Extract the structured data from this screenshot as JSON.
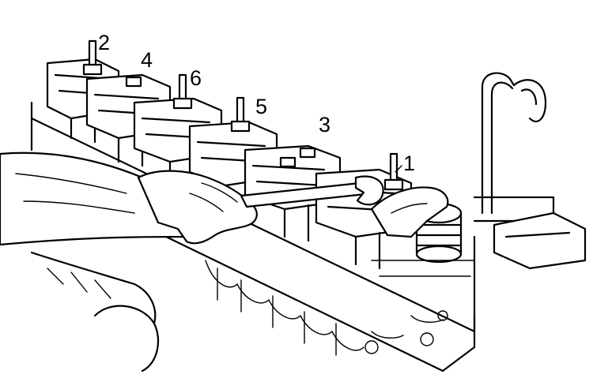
{
  "callouts": [
    {
      "id": "2",
      "text": "2"
    },
    {
      "id": "4",
      "text": "4"
    },
    {
      "id": "6",
      "text": "6"
    },
    {
      "id": "5",
      "text": "5"
    },
    {
      "id": "3",
      "text": "3"
    },
    {
      "id": "1",
      "text": "1"
    }
  ],
  "colors": {
    "ink": "#000000",
    "paper": "#ffffff"
  }
}
